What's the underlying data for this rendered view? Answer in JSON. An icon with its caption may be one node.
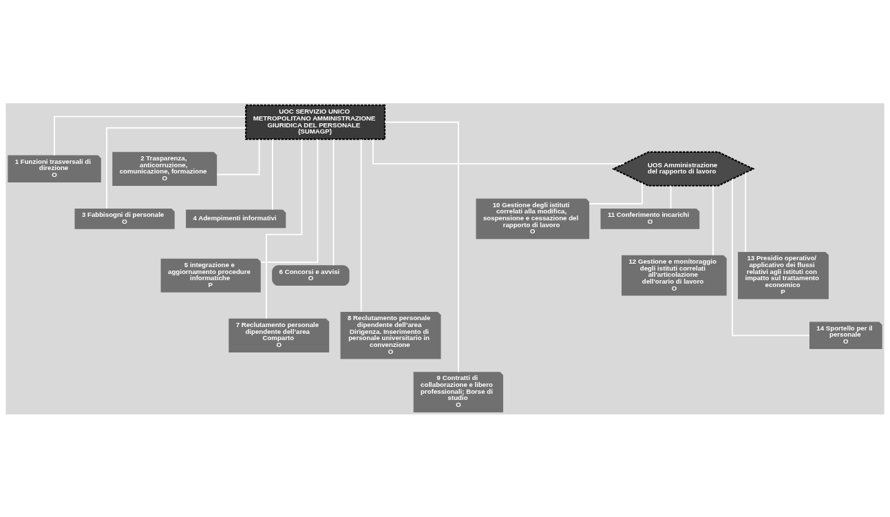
{
  "diagram": {
    "nodes": [
      {
        "text": [
          "UOC SERVIZIO UNICO METROPOLITANO AMMINISTRAZIONE GIURIDICA DEL PERSONALE (SUMAGP)"
        ]
      },
      {
        "text": [
          "1 Funzioni trasversali di direzione",
          "O"
        ]
      },
      {
        "text": [
          "2 Trasparenza, anticorruzione, comunicazione, formazione",
          "O"
        ]
      },
      {
        "text": [
          "3 Fabbisogni di personale",
          "O"
        ]
      },
      {
        "text": [
          "4 Adempimenti informativi"
        ]
      },
      {
        "text": [
          "5 integrazione e aggiornamento procedure informatiche",
          "P"
        ]
      },
      {
        "text": [
          "6 Concorsi e avvisi",
          "O"
        ]
      },
      {
        "text": [
          "7 Reclutamento personale dipendente dell’area Comparto",
          "O"
        ]
      },
      {
        "text": [
          "8 Reclutamento personale dipendente dell’area Dirigenza. Inserimento di personale universitario in convenzione",
          "O"
        ]
      },
      {
        "text": [
          "9 Contratti di collaborazione e libero professionali; Borse di studio",
          "O"
        ]
      },
      {
        "text": [
          "UOS Amministrazione del rapporto di lavoro"
        ]
      },
      {
        "text": [
          "10 Gestione degli istituti correlati alla modifica, sospensione e cessazione del rapporto di lavoro",
          "O"
        ]
      },
      {
        "text": [
          "11 Conferimento incarichi",
          "O"
        ]
      },
      {
        "text": [
          "12 Gestione e monitoraggio degli istituti correlati all'articolazione dell'orario di lavoro",
          "O"
        ]
      },
      {
        "text": [
          "13 Presidio operativo/ applicativo dei flussi relativi agli istituti con impatto sul trattamento economico",
          "P"
        ]
      },
      {
        "text": [
          "14 Sportello per il personale",
          "O"
        ]
      }
    ],
    "edges": [
      {
        "from": 0,
        "to": 1,
        "arrow": "none"
      },
      {
        "from": 0,
        "to": 2,
        "arrow": "none"
      },
      {
        "from": 0,
        "to": 3,
        "arrow": "none"
      },
      {
        "from": 0,
        "to": 4,
        "arrow": "none"
      },
      {
        "from": 0,
        "to": 5,
        "arrow": "none"
      },
      {
        "from": 0,
        "to": 6,
        "arrow": "none"
      },
      {
        "from": 0,
        "to": 7,
        "arrow": "none"
      },
      {
        "from": 0,
        "to": 8,
        "arrow": "none"
      },
      {
        "from": 0,
        "to": 9,
        "arrow": "none"
      },
      {
        "from": 0,
        "to": 10,
        "arrow": "none"
      },
      {
        "from": 10,
        "to": 11,
        "arrow": "none"
      },
      {
        "from": 10,
        "to": 12,
        "arrow": "none"
      },
      {
        "from": 10,
        "to": 13,
        "arrow": "none"
      },
      {
        "from": 10,
        "to": 14,
        "arrow": "none"
      },
      {
        "from": 10,
        "to": 15,
        "arrow": "none"
      }
    ]
  }
}
